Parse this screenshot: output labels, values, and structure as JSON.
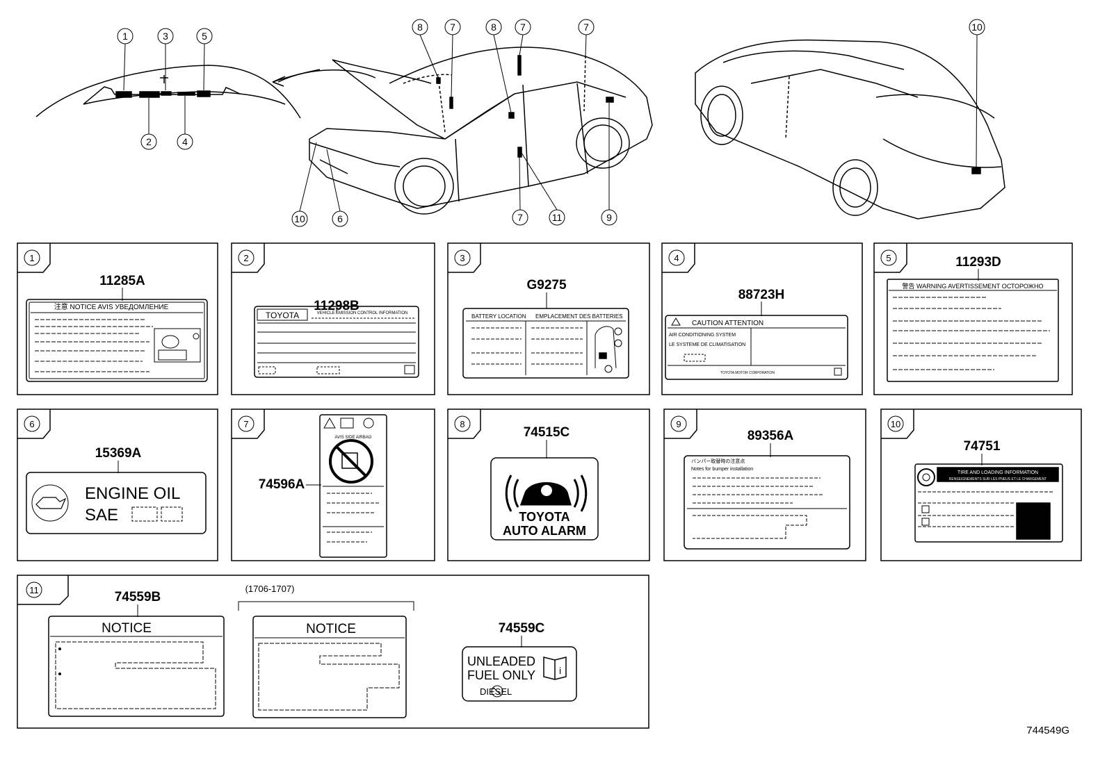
{
  "diagram_id": "744549G",
  "overview_callouts": [
    "1",
    "2",
    "3",
    "4",
    "5",
    "6",
    "7",
    "8",
    "9",
    "10",
    "11"
  ],
  "panels": [
    {
      "num": "1",
      "part": "11285A",
      "label_header": "注意 NOTICE AVIS УВЕДОМЛЕНИЕ"
    },
    {
      "num": "2",
      "part": "11298B",
      "brand": "TOYOTA",
      "info": "VEHICLE EMISSION CONTROL INFORMATION"
    },
    {
      "num": "3",
      "part": "G9275",
      "header_left": "BATTERY LOCATION",
      "header_right": "EMPLACEMENT DES BATTERIES"
    },
    {
      "num": "4",
      "part": "88723H",
      "header": "CAUTION ATTENTION",
      "line1": "AIR CONDITIONING SYSTEM",
      "line2": "LE SYSTEME DE CLIMATISATION",
      "footer": "TOYOTA MOTOR CORPORATION"
    },
    {
      "num": "5",
      "part": "11293D",
      "header": "警告 WARNING AVERTISSEMENT ОСТОРОЖНО"
    },
    {
      "num": "6",
      "part": "15369A",
      "line1": "ENGINE OIL",
      "line2": "SAE"
    },
    {
      "num": "7",
      "part": "74596A",
      "header": "AVIS SIDE AIRBAG"
    },
    {
      "num": "8",
      "part": "74515C",
      "line1": "TOYOTA",
      "line2": "AUTO ALARM"
    },
    {
      "num": "9",
      "part": "89356A",
      "line1": "バンパー取替時の注意点",
      "line2": "Notes for bumper installation"
    },
    {
      "num": "10",
      "part": "74751",
      "line1": "TIRE AND LOADING INFORMATION",
      "line2": "RENSEIGNEMENTS SUR LES PNEUS ET LE CHARGEMENT"
    },
    {
      "num": "11",
      "part_b": "74559B",
      "range": "(1706-1707)",
      "notice": "NOTICE",
      "part_c": "74559C",
      "fuel1": "UNLEADED",
      "fuel2": "FUEL ONLY",
      "diesel": "DIESEL"
    }
  ]
}
